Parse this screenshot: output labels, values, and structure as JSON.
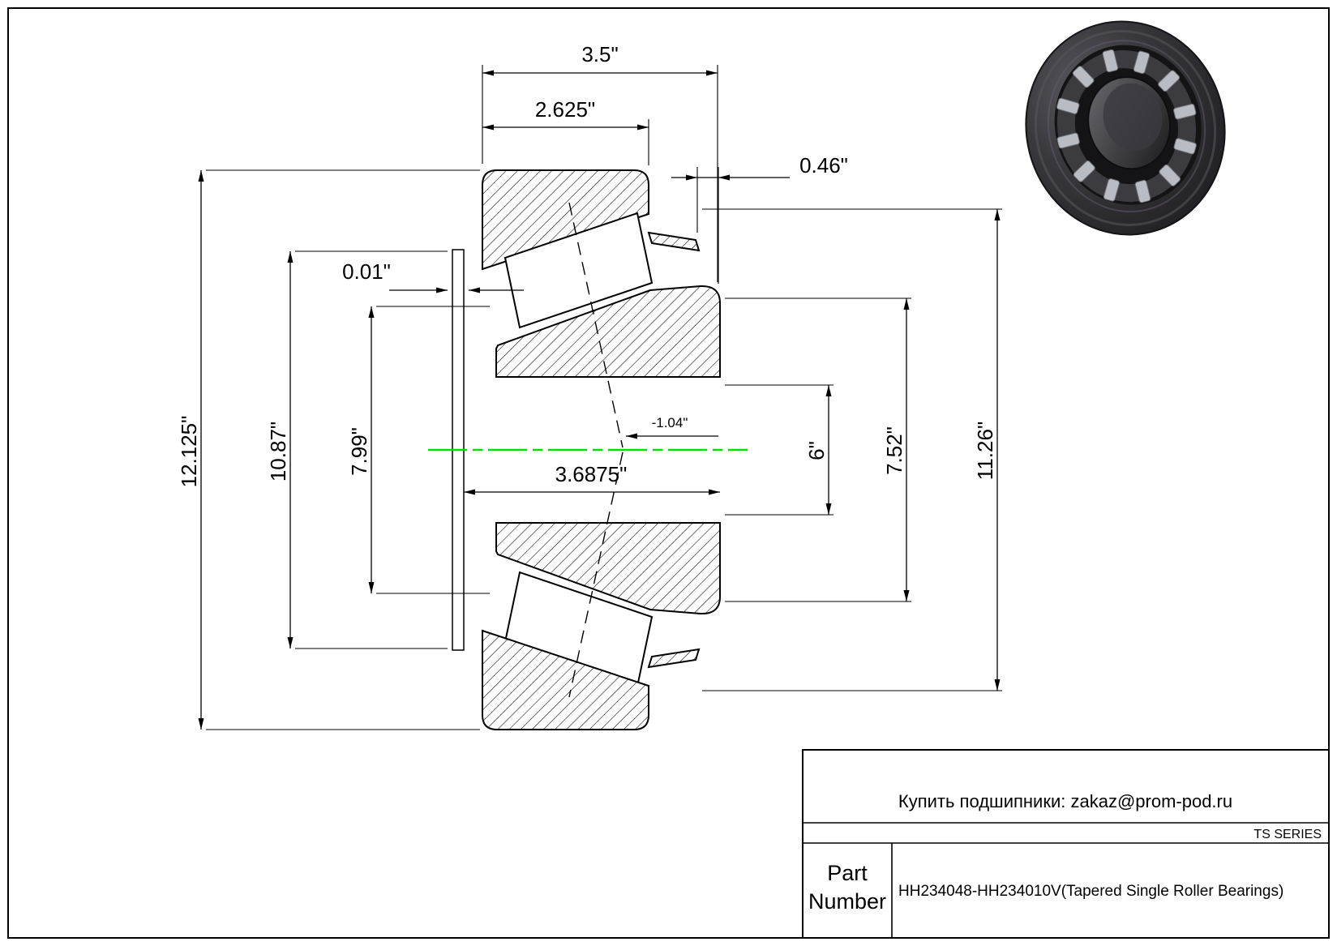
{
  "page": {
    "background": "#ffffff",
    "border_color": "#000000",
    "centerline_color": "#00dd00"
  },
  "drawing": {
    "dimensions": {
      "total_width": "3.5\"",
      "cup_width": "2.625\"",
      "cup_standout": "0.46\"",
      "bench_end_play": "0.01\"",
      "housing_od": "12.125\"",
      "flange_od": "10.87\"",
      "rib_diameter": "7.99\"",
      "cone_width": "3.6875\"",
      "effective_center": "-1.04\"",
      "bore_diameter": "6\"",
      "cup_back_diameter": "7.52\"",
      "cup_od": "11.26\""
    }
  },
  "title_block": {
    "contact_line": "Купить подшипники: zakaz@prom-pod.ru",
    "series_label": "TS SERIES",
    "part_label_line1": "Part",
    "part_label_line2": "Number",
    "part_number": "HH234048-HH234010V(Tapered Single Roller Bearings)"
  }
}
